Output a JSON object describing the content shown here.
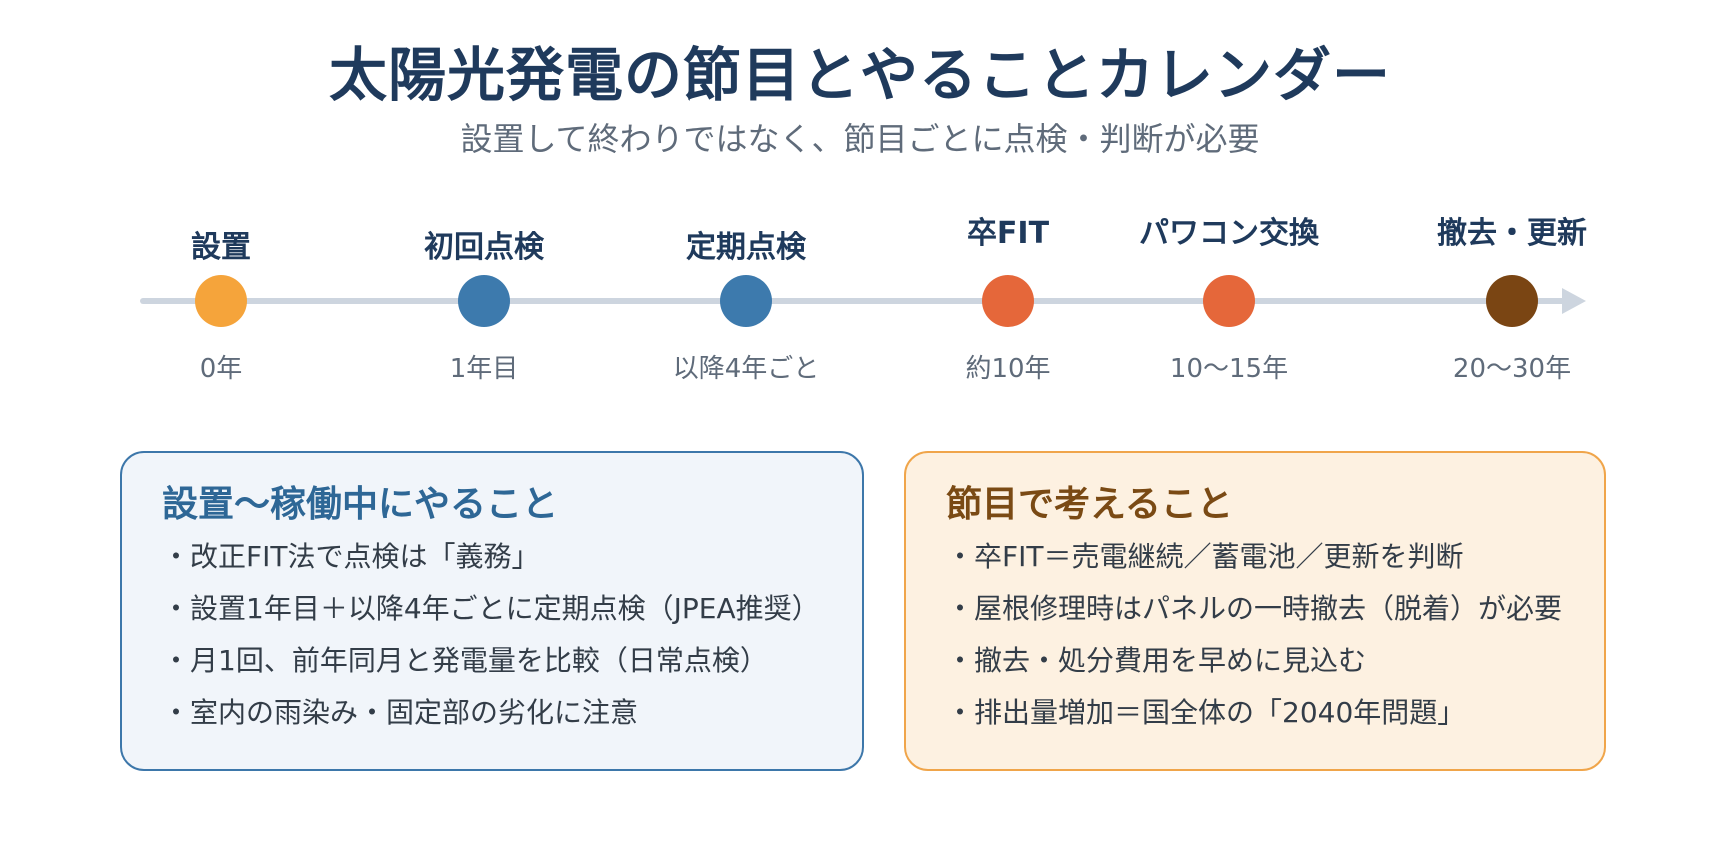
{
  "header": {
    "title": "太陽光発電の節目とやることカレンダー",
    "subtitle": "設置して終わりではなく、節目ごとに点検・判断が必要"
  },
  "timeline": {
    "milestones": [
      {
        "label": "設置",
        "time": "0年",
        "color": "#f5a43b"
      },
      {
        "label": "初回点検",
        "time": "1年目",
        "color": "#3d7aad"
      },
      {
        "label": "定期点検",
        "time": "以降4年ごと",
        "color": "#3d7aad"
      },
      {
        "label": "卒FIT",
        "time": "約10年",
        "color": "#e5673a"
      },
      {
        "label": "パワコン交換",
        "time": "10〜15年",
        "color": "#e5673a"
      },
      {
        "label": "撤去・更新",
        "time": "20〜30年",
        "color": "#7a4513"
      }
    ]
  },
  "cards": {
    "left": {
      "title": "設置〜稼働中にやること",
      "bullet": "・",
      "items": [
        "改正FIT法で点検は「義務」",
        "設置1年目＋以降4年ごとに定期点検（JPEA推奨）",
        "月1回、前年同月と発電量を比較（日常点検）",
        "室内の雨染み・固定部の劣化に注意"
      ]
    },
    "right": {
      "title": "節目で考えること",
      "bullet": "・",
      "items": [
        "卒FIT＝売電継続／蓄電池／更新を判断",
        "屋根修理時はパネルの一時撤去（脱着）が必要",
        "撤去・処分費用を早めに見込む",
        "排出量増加＝国全体の「2040年問題」"
      ]
    }
  }
}
